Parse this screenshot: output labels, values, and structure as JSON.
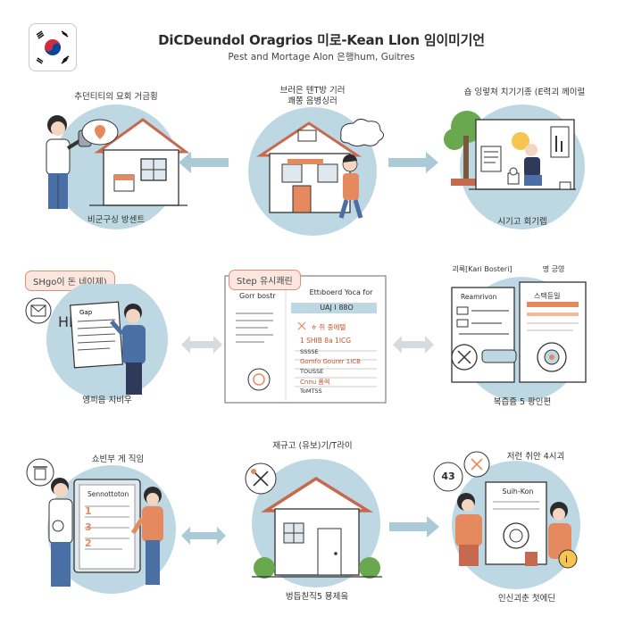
{
  "header": {
    "title": "DiCDeundol Oragrios 미로-Kean Llon 임이미기언",
    "subtitle": "Pest and Mortage Alon 은행hum, Guitres"
  },
  "steps": [
    {
      "top_label": "추던티티의 묘회 거금횡",
      "bottom_label": "비군구싱 방센트",
      "icon": "map-pin-icon"
    },
    {
      "top_label": "브러은 텐T방 기러\n쾌쫑 음병싱러",
      "bottom_label": "",
      "icon": "chat-bubble-icon"
    },
    {
      "top_label": "숍 잉렇쳐 치기기종 (E력괴 께이럴",
      "bottom_label": "시기고 회기렙",
      "icon": "chart-icon"
    },
    {
      "top_label": "SHgo이 돈 네이제)",
      "bottom_label": "옝피음 지비우",
      "icon": "envelope-icon",
      "pill": true
    },
    {
      "top_label": "Step 유시쾌린",
      "bottom_label": "",
      "pill": true,
      "doc_header": "Gorr bostr",
      "doc_title": "Ettıboerd Yoca for",
      "doc_band": "UAJ I 88O",
      "doc_lines": [
        "ㅎ 쥐 중에텔",
        "1  SHIB 8a 1ICG",
        "SSSSE",
        "Gomfo  Gourer 1ICB",
        "TOUSSE",
        "Cnnu  폼렉",
        "ToMTSS"
      ]
    },
    {
      "top_label": "괴룩[Kari Bosteri]",
      "top_label_2": "명 긍영",
      "bottom_label": "복즙쥼 5 팡인편",
      "doc_a_title": "Reamrivon",
      "doc_b_title": "스택듣일",
      "icon": "close-icon"
    },
    {
      "top_label": "쇼빈부 게 직임",
      "bottom_label": "",
      "icon": "trash-icon",
      "clipboard_title": "Sennottoton",
      "numbers": [
        "1",
        "3",
        "2"
      ]
    },
    {
      "top_label": "재규고 (유보)기/T라이",
      "bottom_label": "벙듭칟직5 묭제읔",
      "icon": "tools-icon"
    },
    {
      "top_label": "저런 취안 4시괴",
      "bottom_label": "인신괴춘 첫에딘",
      "icon": "badge-43-icon",
      "doc_title": "Suih-Kon",
      "badge": "43"
    }
  ],
  "colors": {
    "circle": "#bdd8e2",
    "arrow_blue": "#a9cad6",
    "arrow_grey": "#d5dbdf",
    "accent": "#e58a5e",
    "roof": "#c56a4f",
    "shirt_blue": "#4a6fa5",
    "leaf": "#6aa84f",
    "navy": "#2f3a5a"
  }
}
